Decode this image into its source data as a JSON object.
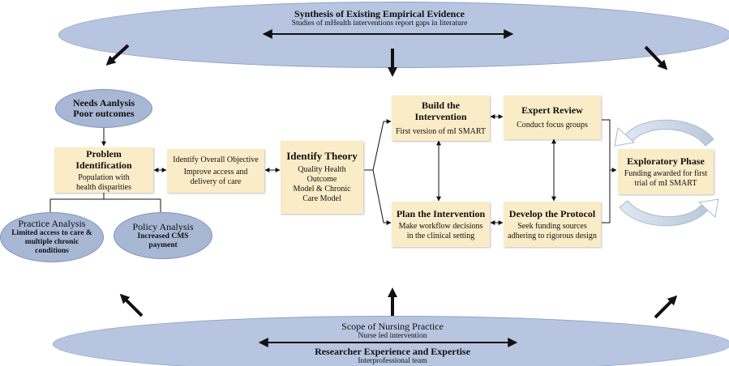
{
  "top_band": {
    "title": "Synthesis of Existing Empirical Evidence",
    "subtitle": "Studies of mHealth interventions report gaps in literature"
  },
  "bottom_band": {
    "title_1": "Scope of Nursing Practice",
    "subtitle_1": "Nurse led intervention",
    "title_2": "Researcher Experience and Expertise",
    "subtitle_2": "Interprofessional team"
  },
  "needs_analysis": {
    "line_1": "Needs Aanlysis",
    "line_2": "Poor outcomes"
  },
  "problem_identification": {
    "title": "Problem Identification",
    "line_1": "Population with",
    "line_2": "health disparities"
  },
  "overall_objective": {
    "title": "Identify Overall Objective",
    "line_1": "Improve access and",
    "line_2": "delivery of care"
  },
  "identify_theory": {
    "title": "Identify Theory",
    "line_1": "Quality Health Outcome",
    "line_2": "Model & Chronic",
    "line_3": "Care Model"
  },
  "build_intervention": {
    "title": "Build the Intervention",
    "line_1": "First version of mI SMART"
  },
  "expert_review": {
    "title": "Expert Review",
    "line_1": "Conduct focus groups"
  },
  "plan_intervention": {
    "title": "Plan the Intervention",
    "line_1": "Make workflow decisions",
    "line_2": "in the clinical setting"
  },
  "develop_protocol": {
    "title": "Develop the Protocol",
    "line_1": "Seek funding sources",
    "line_2": "adhering to rigorous design"
  },
  "exploratory_phase": {
    "title": "Exploratory Phase",
    "line_1": "Funding awarded for first",
    "line_2": "trial of mI SMART"
  },
  "practice_analysis": {
    "title": "Practice Analysis",
    "line_1": "Limited access to care &",
    "line_2": "multiple chronic",
    "line_3": "conditions"
  },
  "policy_analysis": {
    "title": "Policy Analysis",
    "line_1": "Increased CMS payment"
  },
  "colors": {
    "band_fill": "#b7c5e0",
    "oval_fill": "#a7b7d4",
    "box_fill": "#fbecc8",
    "arrow": "#111111"
  },
  "icons": {
    "cycle": "circular-arrows-icon",
    "thick_arrows": "bold-arrow-icon"
  }
}
